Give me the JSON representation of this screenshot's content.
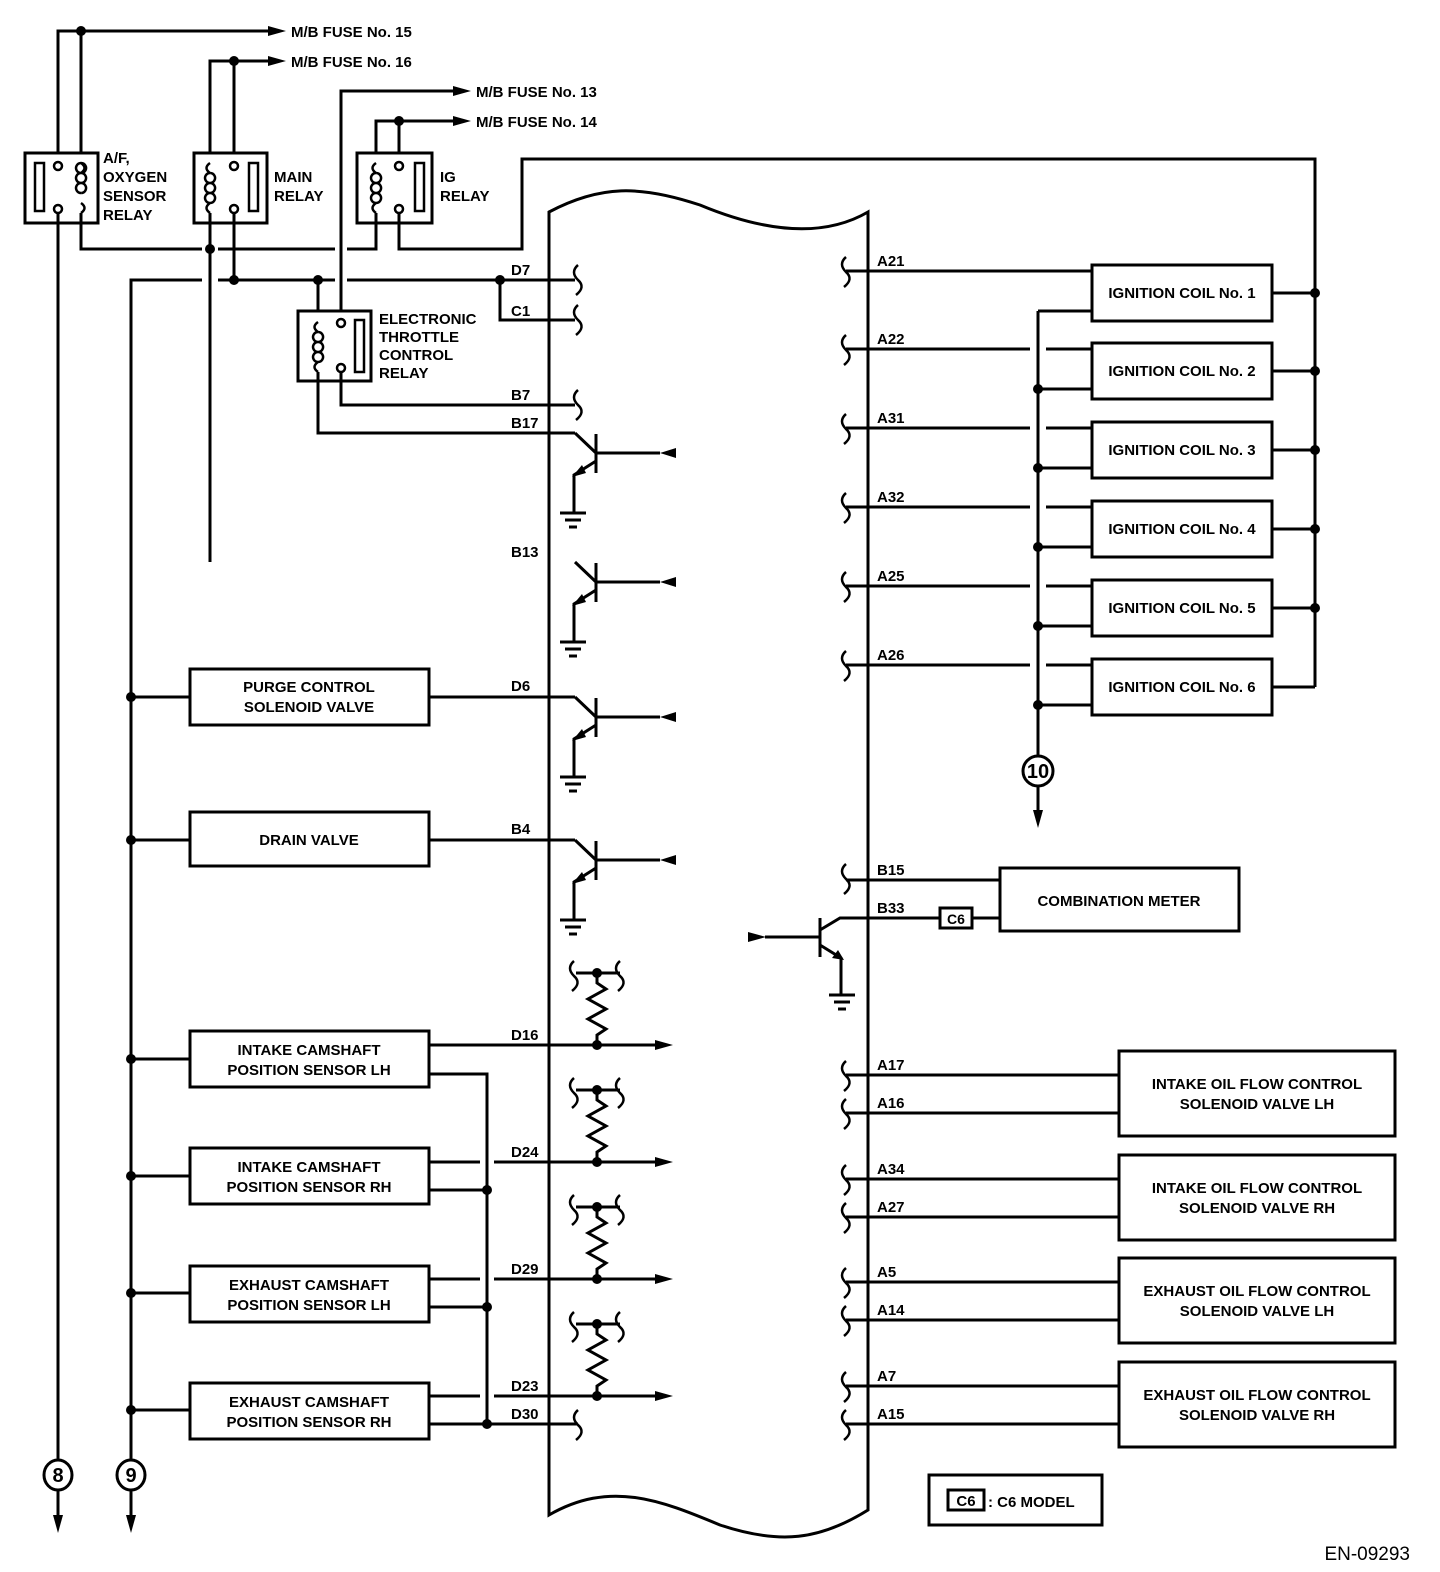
{
  "diagram_id": "EN-09293",
  "fuses": [
    "M/B FUSE No. 15",
    "M/B FUSE No. 16",
    "M/B FUSE No. 13",
    "M/B FUSE No. 14"
  ],
  "relays": {
    "af_oxygen": [
      "A/F,",
      "OXYGEN",
      "SENSOR",
      "RELAY"
    ],
    "main": [
      "MAIN",
      "RELAY"
    ],
    "ig": [
      "IG",
      "RELAY"
    ],
    "etc": [
      "ELECTRONIC",
      "THROTTLE",
      "CONTROL",
      "RELAY"
    ]
  },
  "left_components": {
    "purge": [
      "PURGE CONTROL",
      "SOLENOID VALVE"
    ],
    "drain": [
      "DRAIN VALVE"
    ],
    "intake_cam_lh": [
      "INTAKE CAMSHAFT",
      "POSITION SENSOR LH"
    ],
    "intake_cam_rh": [
      "INTAKE CAMSHAFT",
      "POSITION SENSOR RH"
    ],
    "exhaust_cam_lh": [
      "EXHAUST CAMSHAFT",
      "POSITION SENSOR LH"
    ],
    "exhaust_cam_rh": [
      "EXHAUST CAMSHAFT",
      "POSITION SENSOR RH"
    ]
  },
  "left_pins": [
    "D7",
    "C1",
    "B7",
    "B17",
    "B13",
    "D6",
    "B4",
    "D16",
    "D24",
    "D29",
    "D23",
    "D30"
  ],
  "ignition_coils": [
    "IGNITION COIL No. 1",
    "IGNITION COIL No. 2",
    "IGNITION COIL No. 3",
    "IGNITION COIL No. 4",
    "IGNITION COIL No. 5",
    "IGNITION COIL No. 6"
  ],
  "coil_pins": [
    "A21",
    "A22",
    "A31",
    "A32",
    "A25",
    "A26"
  ],
  "combination_meter": {
    "label": "COMBINATION METER",
    "pins": [
      "B15",
      "B33"
    ],
    "tag": "C6"
  },
  "oil_flow_valves": [
    {
      "lines": [
        "INTAKE OIL FLOW CONTROL",
        "SOLENOID VALVE LH"
      ],
      "pins": [
        "A17",
        "A16"
      ]
    },
    {
      "lines": [
        "INTAKE OIL FLOW CONTROL",
        "SOLENOID VALVE RH"
      ],
      "pins": [
        "A34",
        "A27"
      ]
    },
    {
      "lines": [
        "EXHAUST OIL FLOW CONTROL",
        "SOLENOID VALVE LH"
      ],
      "pins": [
        "A5",
        "A14"
      ]
    },
    {
      "lines": [
        "EXHAUST OIL FLOW CONTROL",
        "SOLENOID VALVE RH"
      ],
      "pins": [
        "A7",
        "A15"
      ]
    }
  ],
  "connectors": [
    "8",
    "9",
    "10"
  ],
  "legend": {
    "tag": "C6",
    "text": ": C6 MODEL"
  }
}
